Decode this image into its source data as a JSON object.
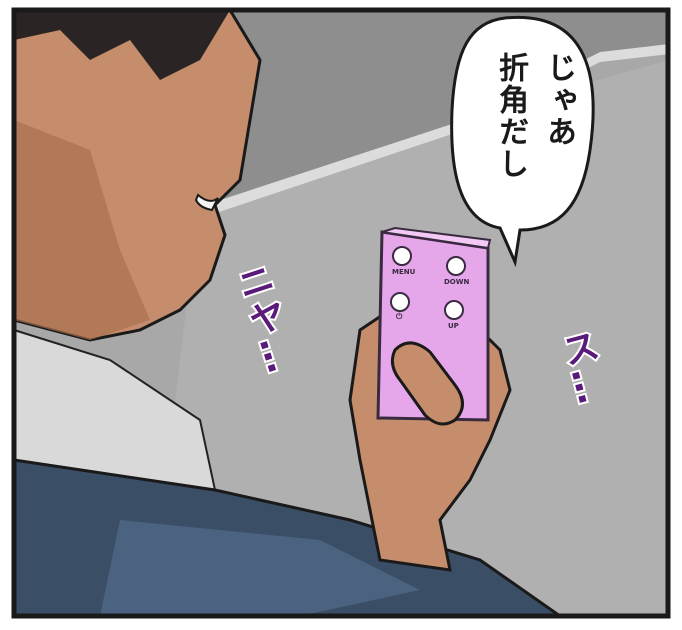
{
  "speech_bubble": {
    "line1": "じゃあ",
    "line2": "折角だし"
  },
  "remote": {
    "button_menu": "MENU",
    "button_down": "DOWN",
    "button_power": "⏻",
    "button_up": "UP"
  },
  "sfx": {
    "left": "ニヤ…",
    "right": "ス…"
  },
  "colors": {
    "background": "#a9a9a9",
    "remote": "#e6a6ea",
    "skin": "#c98f6c",
    "suit": "#3c5068",
    "sfx": "#5a1a7a"
  }
}
